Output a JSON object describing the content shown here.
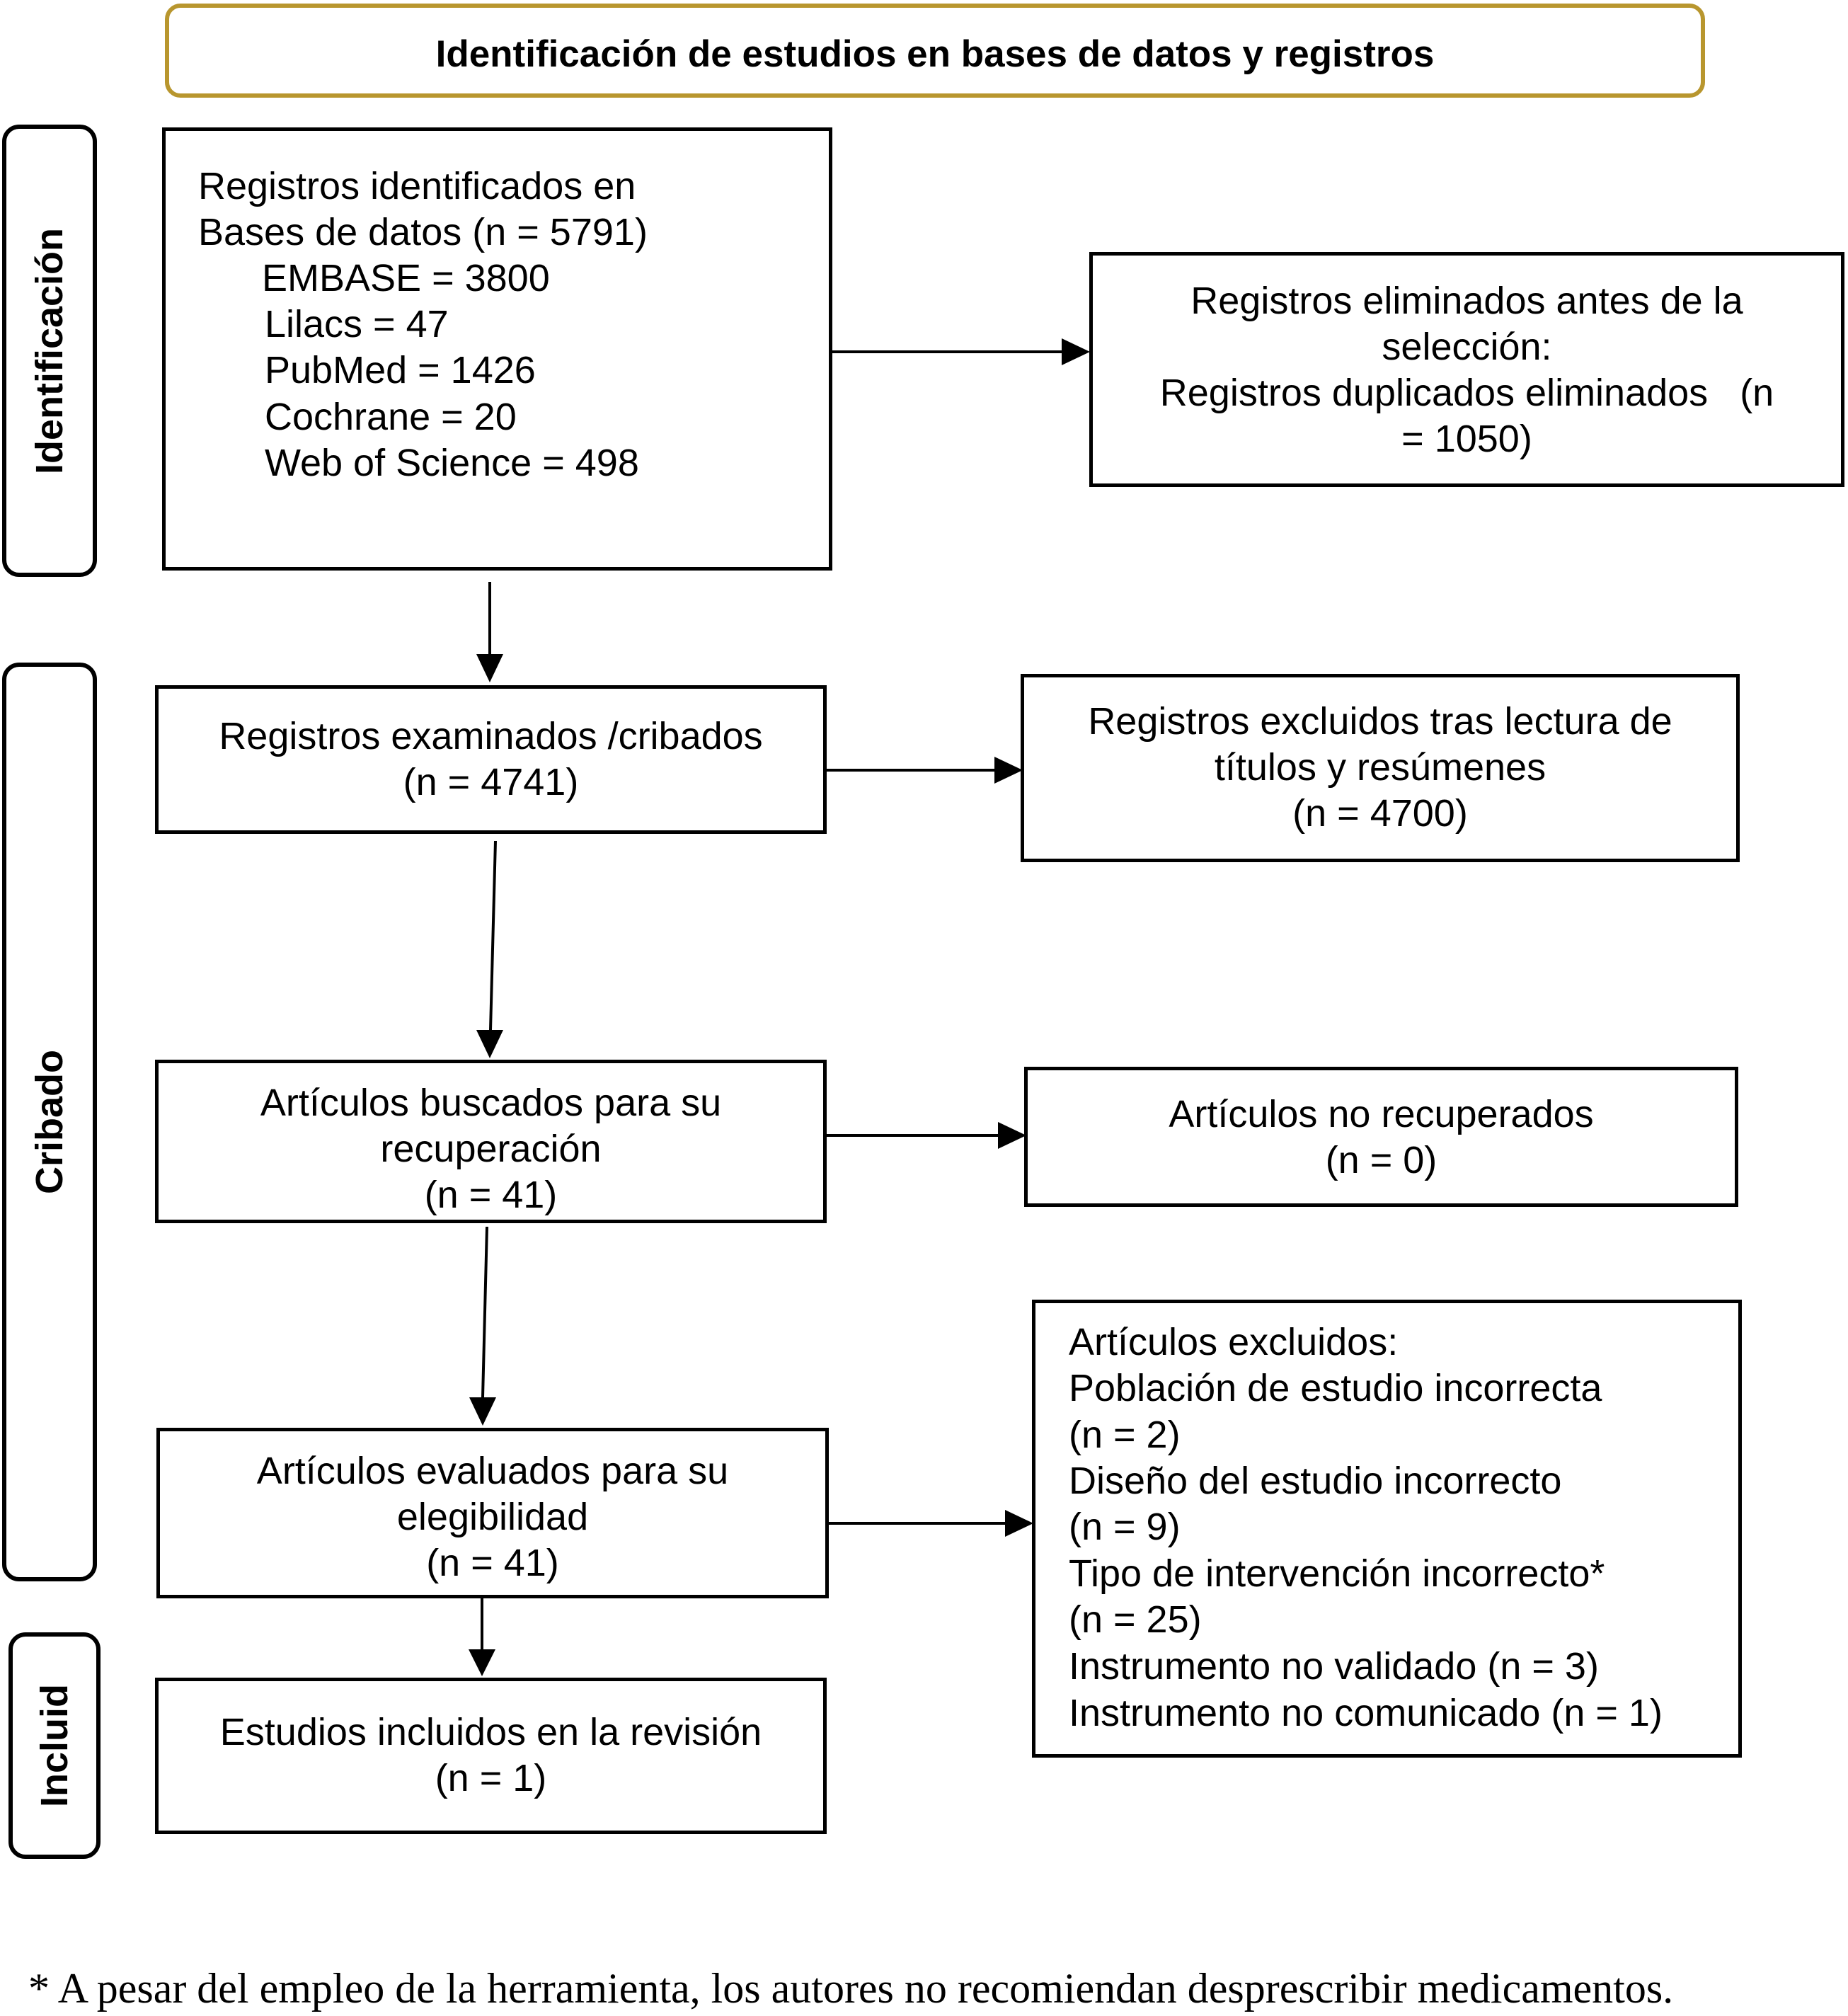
{
  "header": {
    "title": "Identificación de estudios en bases de datos y registros"
  },
  "phases": {
    "identification": "Identificación",
    "screening": "Cribado",
    "included": "Incluid"
  },
  "boxes": {
    "identified": {
      "line1": "Registros identificados en",
      "line2": "Bases de datos (n = 5791)",
      "sources": [
        "EMBASE = 3800",
        "Lilacs = 47",
        "PubMed = 1426",
        "Cochrane = 20",
        "Web of Science = 498"
      ]
    },
    "removed": {
      "line1": "Registros eliminados antes de la",
      "line2": "selección:",
      "line3": "Registros duplicados eliminados   (n",
      "line4": "= 1050)"
    },
    "screened": {
      "line1": "Registros examinados /cribados",
      "line2": "(n = 4741)"
    },
    "excluded_titles": {
      "line1": "Registros excluidos tras lectura de",
      "line2": "títulos y resúmenes",
      "line3": "(n = 4700)"
    },
    "sought": {
      "line1": "Artículos buscados para su",
      "line2": "recuperación",
      "line3": "(n = 41)"
    },
    "not_retrieved": {
      "line1": "Artículos no recuperados",
      "line2": "(n = 0)"
    },
    "assessed": {
      "line1": "Artículos evaluados para su",
      "line2": "elegibilidad",
      "line3": "(n = 41)"
    },
    "excluded_articles": {
      "lines": [
        "Artículos excluidos:",
        "Población de estudio incorrecta",
        "(n = 2)",
        "Diseño del estudio incorrecto",
        "(n = 9)",
        "Tipo de intervención incorrecto*",
        "(n = 25)",
        "Instrumento no validado (n = 3)",
        "Instrumento no comunicado (n = 1)"
      ]
    },
    "included": {
      "line1": "Estudios incluidos en la revisión",
      "line2": "(n = 1)"
    }
  },
  "footnote": "* A pesar del empleo de la herramienta, los autores no recomiendan desprescribir medicamentos."
}
